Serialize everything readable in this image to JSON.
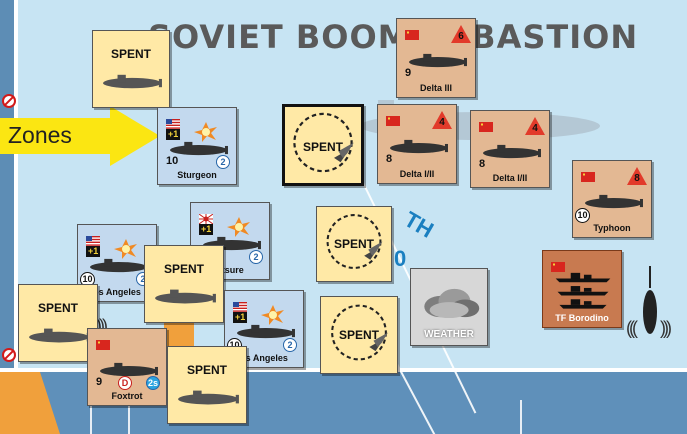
{
  "board": {
    "title": "SOVIET BOOMER BASTION",
    "zones_label": "Zones",
    "track_text": "TH",
    "track_digit": "0",
    "colors": {
      "sea": "#c7e4f3",
      "band": "#5f90ba",
      "us_counter": "#c3d9ee",
      "soviet_counter": "#e3b893",
      "spent_counter": "#ffe9a6",
      "arrow": "#fbe612",
      "soviet_threat": "#e23a2a"
    }
  },
  "counters": [
    {
      "id": "spent-1",
      "type": "spent",
      "label": "SPENT",
      "icon": "submarine-icon"
    },
    {
      "id": "sturgeon",
      "type": "us",
      "name": "Sturgeon",
      "strength": "10",
      "modifier": "+1",
      "badge": "2",
      "flag": "us-flag-icon"
    },
    {
      "id": "spent-2",
      "type": "spent",
      "label": "SPENT",
      "icon": "aircraft-dashed-circle-icon"
    },
    {
      "id": "delta-iii",
      "type": "soviet",
      "name": "Delta III",
      "strength": "9",
      "threat": "6",
      "flag": "soviet-flag-icon"
    },
    {
      "id": "delta-iv-1",
      "type": "soviet",
      "name": "Delta I/II",
      "strength": "8",
      "threat": "4",
      "flag": "soviet-flag-icon"
    },
    {
      "id": "delta-iv-2",
      "type": "soviet",
      "name": "Delta I/II",
      "strength": "8",
      "threat": "4",
      "flag": "soviet-flag-icon"
    },
    {
      "id": "typhoon",
      "type": "soviet",
      "name": "Typhoon",
      "strength": "10",
      "threat": "8",
      "flag": "soviet-flag-icon"
    },
    {
      "id": "swiftsure",
      "type": "us",
      "name": "Swiftsure",
      "visible_name": "iftsure",
      "strength": "",
      "modifier": "+1",
      "badge": "2",
      "flag": "uk-flag-icon"
    },
    {
      "id": "spent-3",
      "type": "spent",
      "label": "SPENT",
      "icon": "aircraft-dashed-circle-icon"
    },
    {
      "id": "los-angeles-1",
      "type": "us",
      "name": "Los Angeles",
      "visible_name": "os Angeles",
      "strength": "10",
      "modifier": "+1",
      "badge": "2",
      "flag": "us-flag-icon"
    },
    {
      "id": "spent-4",
      "type": "spent",
      "label": "SPENT",
      "icon": "submarine-icon"
    },
    {
      "id": "tf-borodino",
      "type": "tf",
      "name": "TF Borodino",
      "flag": "soviet-flag-icon"
    },
    {
      "id": "spent-5",
      "type": "spent",
      "label": "SPENT",
      "icon": "submarine-icon"
    },
    {
      "id": "los-angeles-2",
      "type": "us",
      "name": "Los Angeles",
      "visible_name": "os Angeles",
      "strength": "10",
      "modifier": "+1",
      "badge": "2",
      "flag": "us-flag-icon"
    },
    {
      "id": "weather",
      "type": "weather",
      "label": "WEATHER",
      "icon": "cloud-icon"
    },
    {
      "id": "spent-6",
      "type": "spent",
      "label": "SPENT",
      "icon": "aircraft-dashed-circle-icon"
    },
    {
      "id": "foxtrot",
      "type": "soviet",
      "name": "Foxtrot",
      "strength": "9",
      "badge_d": "D",
      "badge": "2s",
      "flag": "soviet-flag-icon"
    },
    {
      "id": "spent-7",
      "type": "spent",
      "label": "SPENT",
      "icon": "submarine-icon"
    }
  ]
}
